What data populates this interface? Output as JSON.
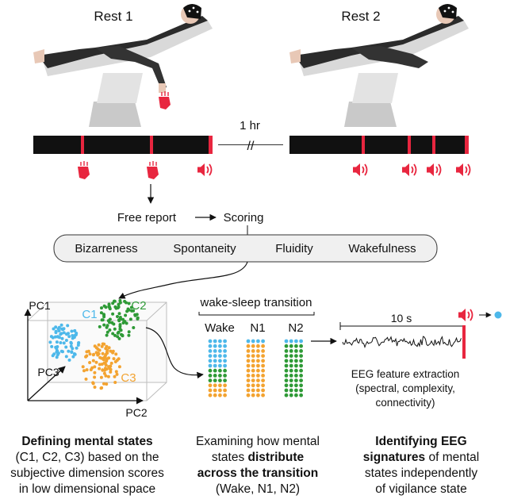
{
  "rest": {
    "rest1": "Rest 1",
    "rest2": "Rest 2",
    "gap": "1 hr"
  },
  "flow": {
    "free_report": "Free report",
    "scoring": "Scoring"
  },
  "dimensions": [
    "Bizarreness",
    "Spontaneity",
    "Fluidity",
    "Wakefulness"
  ],
  "pca": {
    "pc1": "PC1",
    "pc2": "PC2",
    "pc3": "PC3",
    "c1": "C1",
    "c2": "C2",
    "c3": "C3"
  },
  "transition": {
    "title": "wake-sleep transition",
    "stages": [
      "Wake",
      "N1",
      "N2"
    ]
  },
  "eeg": {
    "window": "10 s",
    "line1": "EEG feature extraction",
    "line2": "(spectral, complexity,",
    "line3": "connectivity)"
  },
  "captions": {
    "left": {
      "b1": "Defining mental states",
      "l2": "(C1, C2, C3) based on the",
      "l3": "subjective dimension scores",
      "l4": "in low dimensional space"
    },
    "mid": {
      "l1": "Examining how mental",
      "l2a": "states ",
      "b2": "distribute",
      "b3": "across the transition",
      "l4": "(Wake, N1, N2)"
    },
    "right": {
      "b1": "Identifying EEG",
      "b2": "signatures",
      "l2": " of mental",
      "l3": "states independently",
      "l4": "of vigilance state"
    }
  },
  "colors": {
    "c1": "#4db8ea",
    "c2": "#2e9a36",
    "c3": "#f3a330",
    "probe": "#e8263f",
    "bar": "#111111"
  }
}
